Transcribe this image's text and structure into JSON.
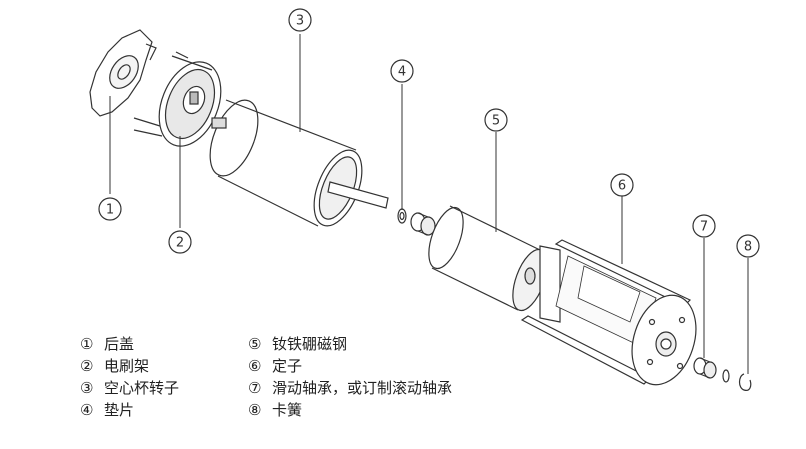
{
  "callouts": [
    "1",
    "2",
    "3",
    "4",
    "5",
    "6",
    "7",
    "8"
  ],
  "legend": {
    "left": [
      {
        "mark": "①",
        "label": "后盖"
      },
      {
        "mark": "②",
        "label": "电刷架"
      },
      {
        "mark": "③",
        "label": "空心杯转子"
      },
      {
        "mark": "④",
        "label": "垫片"
      }
    ],
    "right": [
      {
        "mark": "⑤",
        "label": "钕铁硼磁钢"
      },
      {
        "mark": "⑥",
        "label": "定子"
      },
      {
        "mark": "⑦",
        "label": "滑动轴承，或订制滚动轴承"
      },
      {
        "mark": "⑧",
        "label": "卡簧"
      }
    ]
  }
}
